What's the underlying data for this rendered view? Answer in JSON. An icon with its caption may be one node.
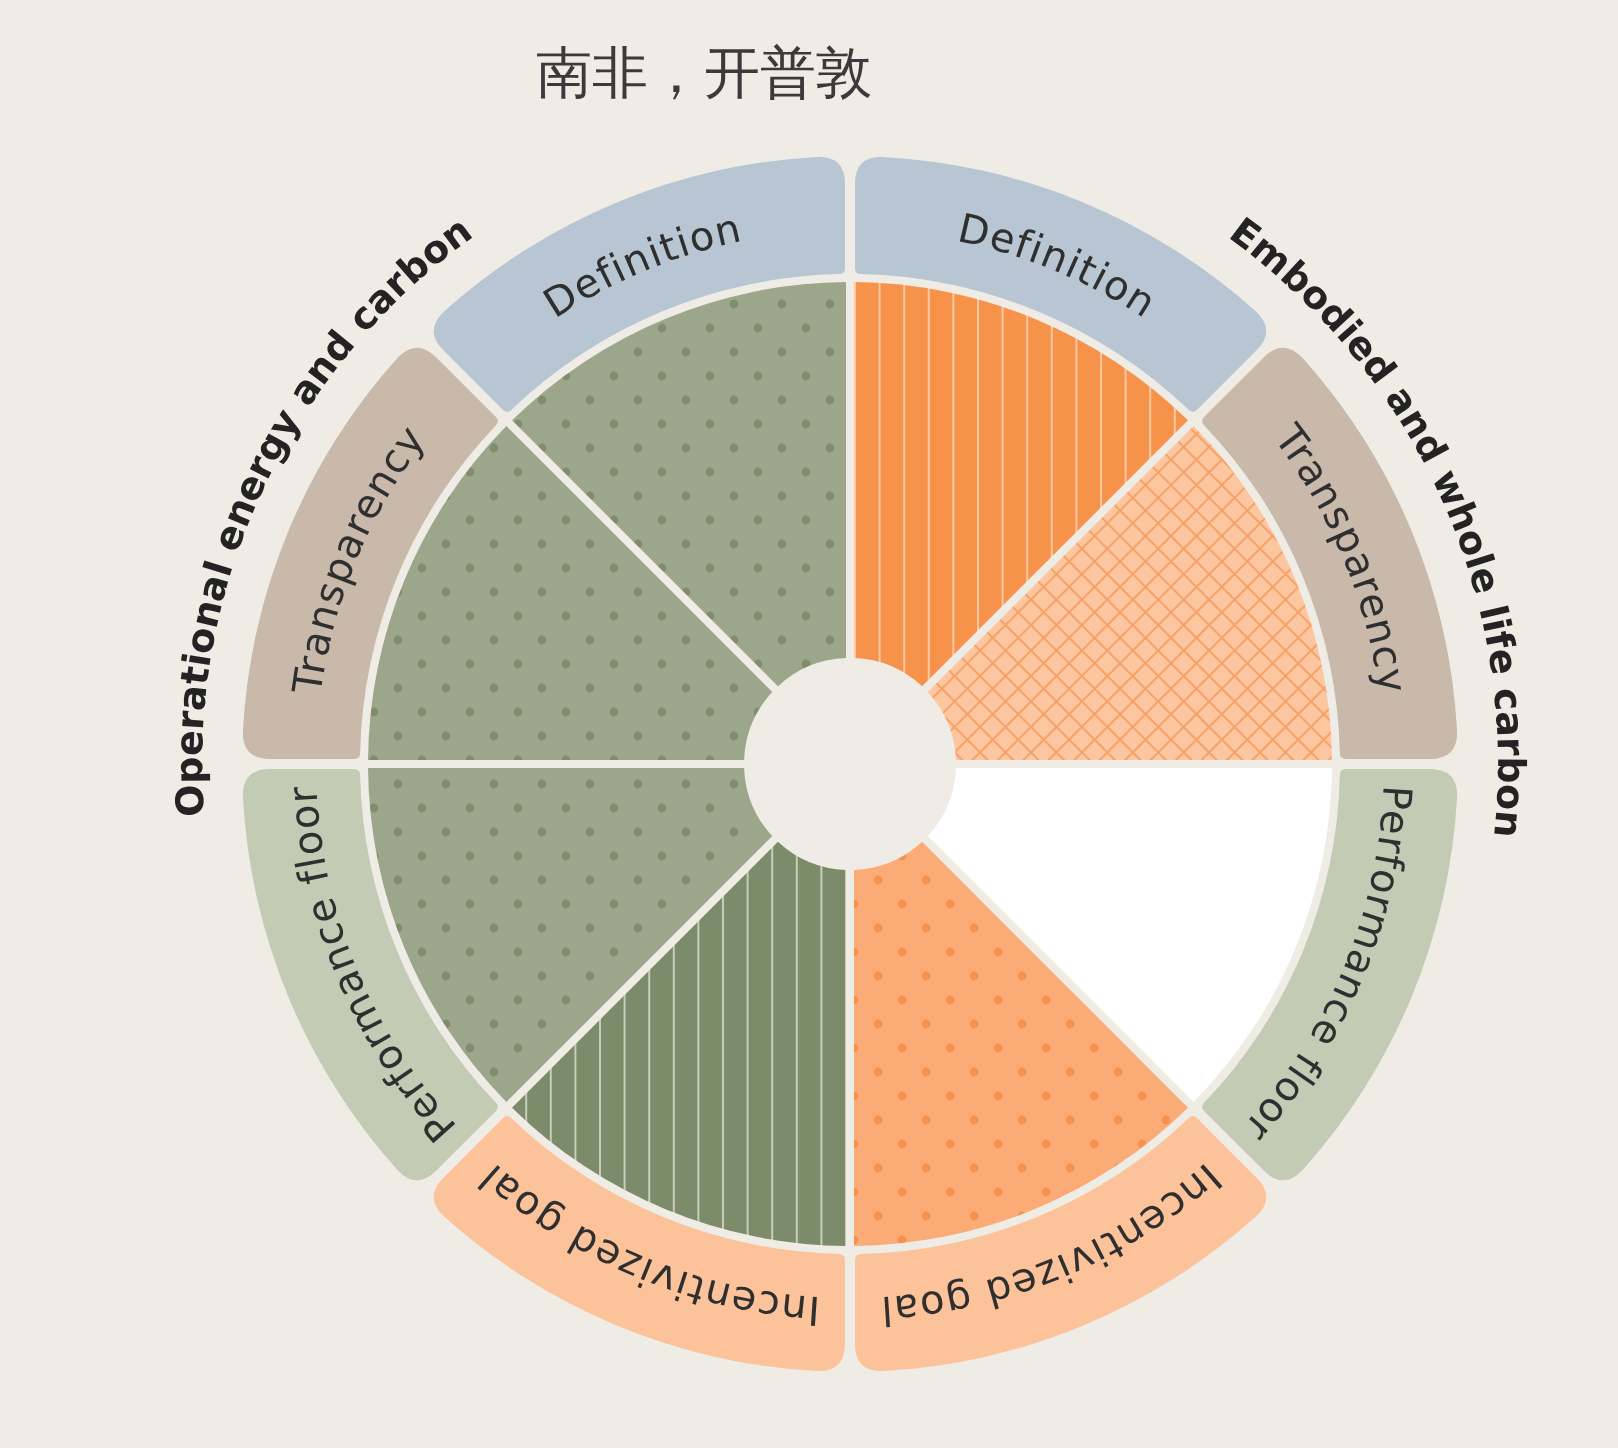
{
  "diagram": {
    "title": "南非，开普敦",
    "nodes": [
      {
        "text": [
          "Definition"
        ]
      },
      {
        "text": [
          "Definition"
        ]
      },
      {
        "text": [
          "Transparency"
        ]
      },
      {
        "text": [
          "Transparency"
        ]
      },
      {
        "text": [
          "Performance floor"
        ]
      },
      {
        "text": [
          "Performance floor"
        ]
      },
      {
        "text": [
          "Incentivized goal"
        ]
      },
      {
        "text": [
          "Incentivized goal"
        ]
      },
      {
        "text": [],
        "shape": "wedge"
      },
      {
        "text": [],
        "shape": "wedge"
      },
      {
        "text": [],
        "shape": "wedge"
      },
      {
        "text": [],
        "shape": "wedge"
      },
      {
        "text": [],
        "shape": "wedge"
      },
      {
        "text": [],
        "shape": "wedge"
      },
      {
        "text": [],
        "shape": "wedge"
      },
      {
        "text": [],
        "shape": "wedge"
      }
    ],
    "labels": [
      "Operational energy and carbon",
      "Embodied and whole life carbon"
    ]
  }
}
